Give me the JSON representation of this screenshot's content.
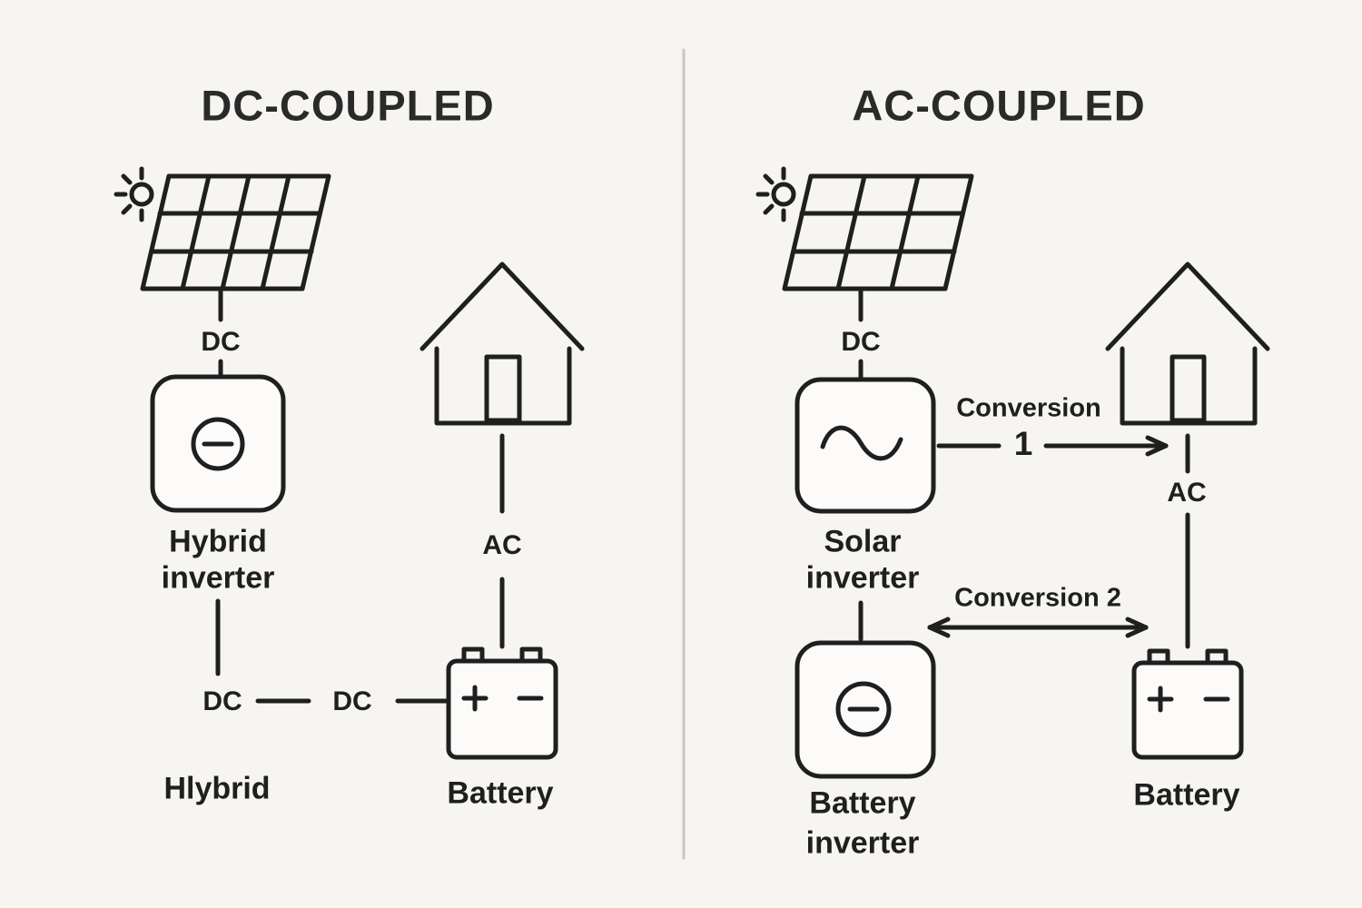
{
  "colors": {
    "background": "#f7f5f1",
    "ink": "#1f1f1f",
    "divider": "#c9c6c1",
    "box_fill": "#fcfbf9"
  },
  "left": {
    "title": "DC-COUPLED",
    "panel_wire_label": "DC",
    "inverter_name_line1": "Hybrid",
    "inverter_name_line2": "inverter",
    "bus_label_a": "DC",
    "bus_label_b": "DC",
    "caption": "Hlybrid",
    "house_wire_label": "AC",
    "battery_label": "Battery"
  },
  "right": {
    "title": "AC-COUPLED",
    "panel_wire_label": "DC",
    "inverter_name_line1": "Solar",
    "inverter_name_line2": "inverter",
    "conversion1_label": "Conversion",
    "conversion1_number": "1",
    "house_wire_label": "AC",
    "conversion2_label": "Conversion 2",
    "battery_inverter_line1": "Battery",
    "battery_inverter_line2": "inverter",
    "battery_label": "Battery"
  }
}
